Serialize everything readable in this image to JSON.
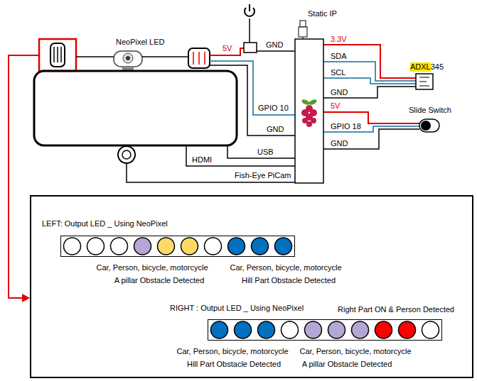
{
  "diagram": {
    "nodes": [
      {
        "text": [
          "LEFT: Output LED _ Using NeoPixel",
          "RIGHT : Output LED _ Using NeoPixel"
        ]
      },
      {
        "text": [
          "Car, Person, bicycle, motorcycle",
          "A pillar Obstacle Detected",
          "Car, Person, bicycle, motorcycle",
          "Hill Part Obstacle Detected"
        ],
        "in": 0
      },
      {
        "text": [
          "Right Part ON & Person Detected",
          "Car, Person, bicycle, motorcycle",
          "Hill Part Obstacle Detected",
          "Car, Person, bicycle, motorcycle",
          "A pillar Obstacle Detected"
        ],
        "in": 0
      }
    ],
    "labels": [
      "Static IP",
      "3.3V",
      "NeoPixel LED",
      "5V",
      "GND",
      "SDA",
      "SCL",
      "ADXL345",
      "GND",
      "GPIO 10",
      "5V",
      "Slide Switch",
      "GPIO 18",
      "GND",
      "GND",
      "USB",
      "HDMI",
      "Fish-Eye PiCam"
    ]
  }
}
